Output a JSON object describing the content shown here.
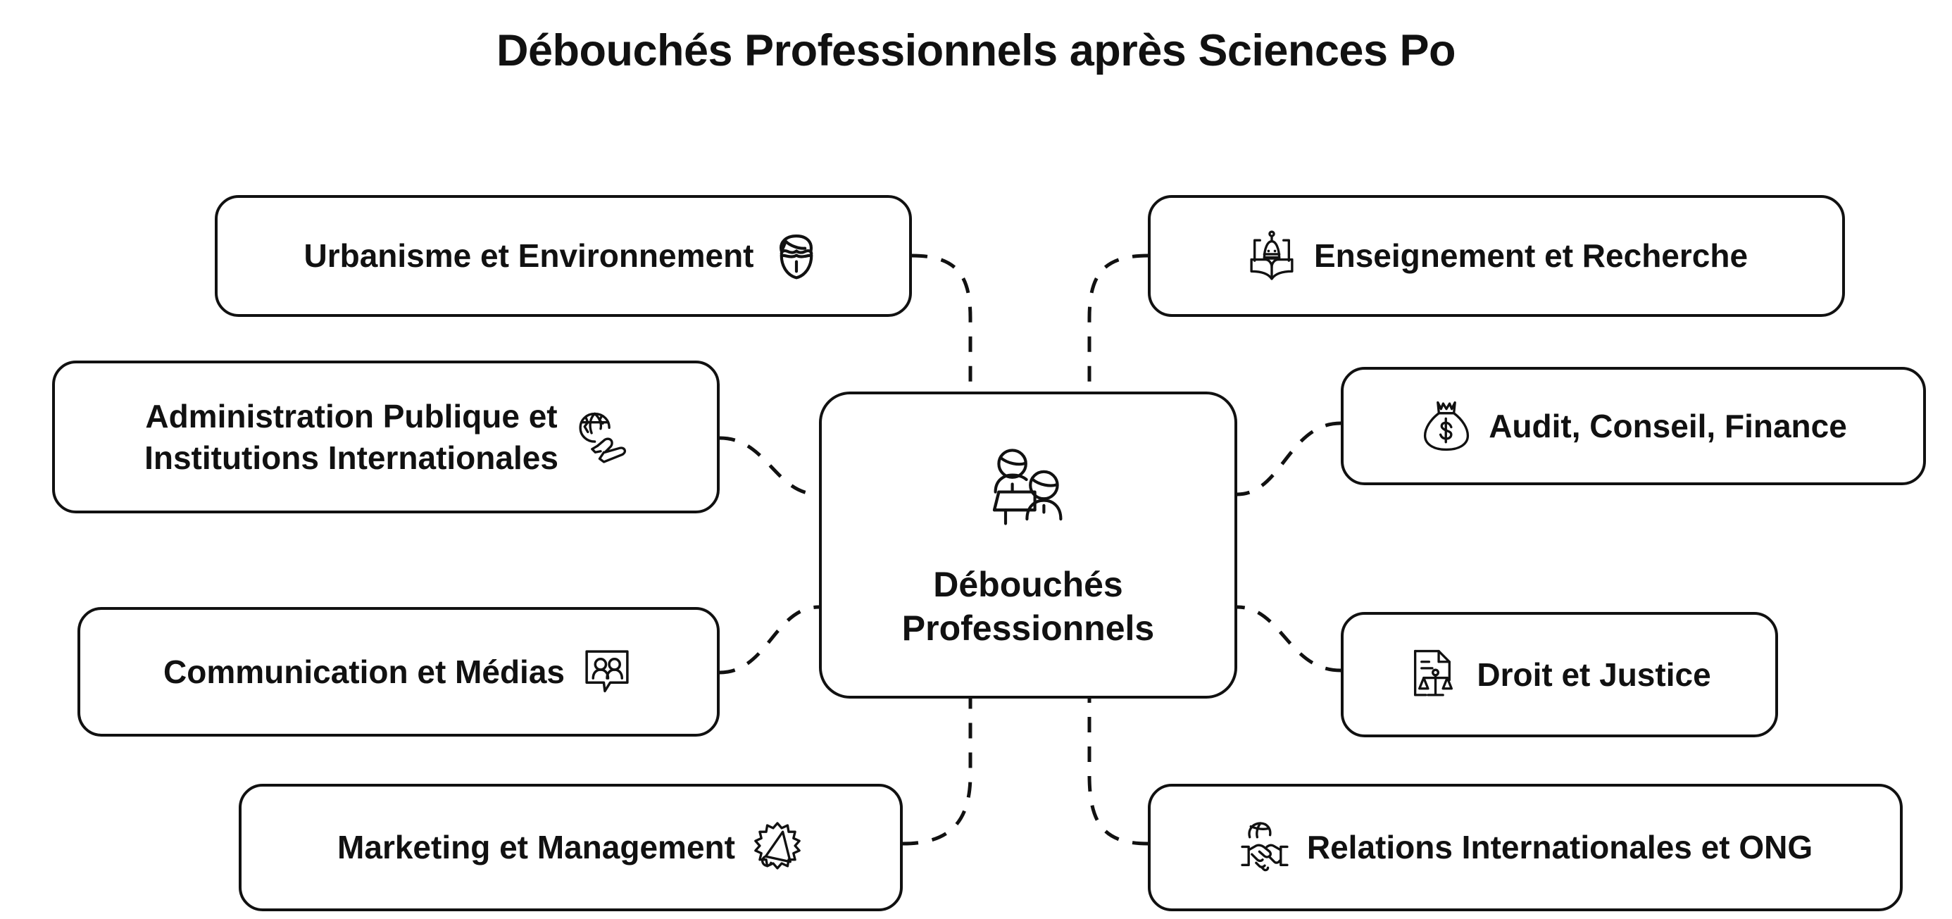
{
  "page": {
    "title": "Débouchés Professionnels après Sciences Po",
    "background_color": "#ffffff",
    "stroke_color": "#111111",
    "text_color": "#111111"
  },
  "center": {
    "label": "Débouchés\nProfessionnels",
    "icon": "lecturer-and-student-icon"
  },
  "branches": {
    "left": [
      {
        "label": "Urbanisme et Environnement",
        "icon": "eco-city-shield-icon",
        "icon_side": "right"
      },
      {
        "label": "Administration Publique et\nInstitutions Internationales",
        "icon": "globe-airplane-icon",
        "icon_side": "right"
      },
      {
        "label": "Communication et Médias",
        "icon": "speech-bubble-people-icon",
        "icon_side": "right"
      },
      {
        "label": "Marketing et Management",
        "icon": "megaphone-burst-icon",
        "icon_side": "right"
      }
    ],
    "right": [
      {
        "label": "Enseignement et Recherche",
        "icon": "open-book-graduate-icon",
        "icon_side": "left"
      },
      {
        "label": "Audit, Conseil, Finance",
        "icon": "money-bag-icon",
        "icon_side": "left"
      },
      {
        "label": "Droit et Justice",
        "icon": "document-scales-icon",
        "icon_side": "left"
      },
      {
        "label": "Relations Internationales et ONG",
        "icon": "handshake-globe-icon",
        "icon_side": "left"
      }
    ]
  },
  "connectors": {
    "style": "dashed",
    "color": "#111111",
    "count": 8
  }
}
